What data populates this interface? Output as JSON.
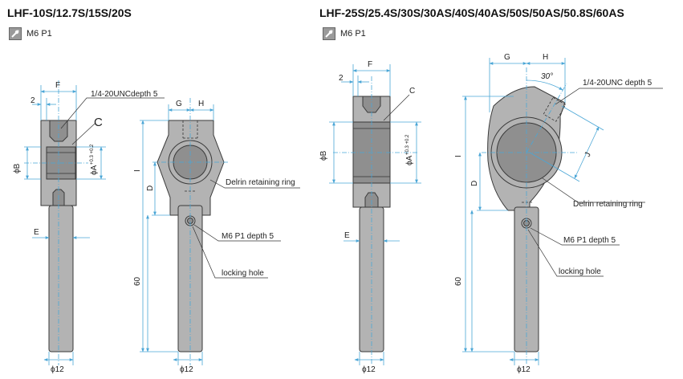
{
  "left": {
    "title": "LHF-10S/12.7S/15S/20S",
    "spec": "M6 P1",
    "labels": {
      "F": "F",
      "two": "2",
      "thread": "1/4-20UNCdepth 5",
      "C": "C",
      "phiB": "ϕB",
      "phiA": "ϕA",
      "tol": "+0.3 +0.2",
      "E": "E",
      "G": "G",
      "H": "H",
      "I": "I",
      "D": "D",
      "sixty": "60",
      "delrin": "Delrin retaining ring",
      "m6": "M6 P1 depth 5",
      "locking": "locking hole",
      "phi12": "ϕ12"
    }
  },
  "right": {
    "title": "LHF-25S/25.4S/30S/30AS/40S/40AS/50S/50AS/50.8S/60AS",
    "spec": "M6 P1",
    "labels": {
      "F": "F",
      "two": "2",
      "C": "C",
      "phiB": "ϕB",
      "phiA": "ϕA",
      "tol": "+0.3 +0.2",
      "E": "E",
      "G": "G",
      "H": "H",
      "angle": "30°",
      "thread": "1/4-20UNC depth 5",
      "I": "I",
      "J": "J",
      "D": "D",
      "sixty": "60",
      "delrin": "Delrin retaining ring",
      "m6": "M6 P1 depth 5",
      "locking": "locking hole",
      "phi12": "ϕ12"
    }
  }
}
